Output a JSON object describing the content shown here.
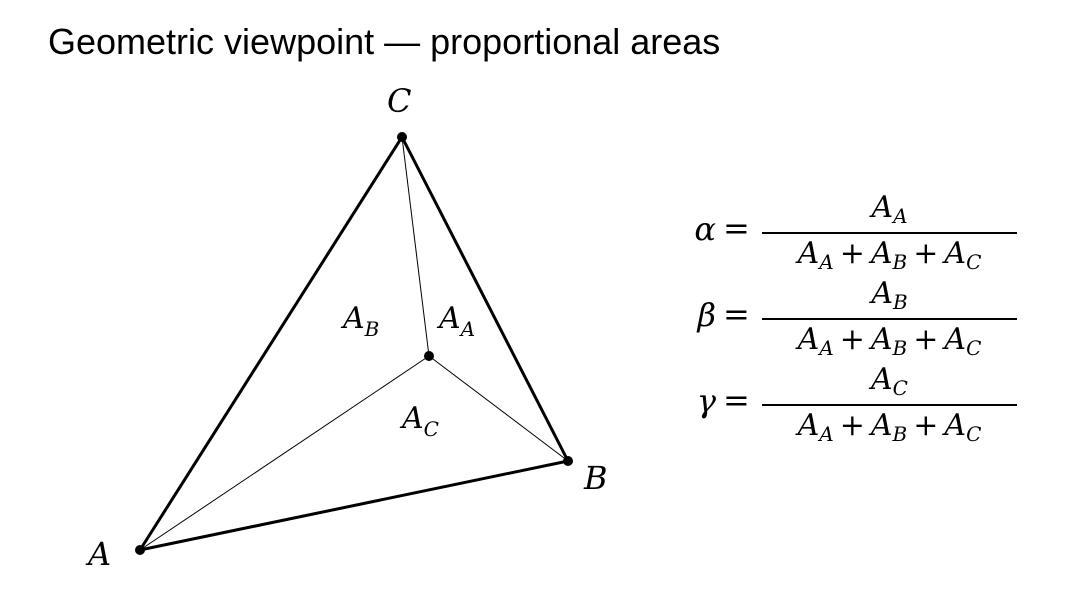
{
  "title": "Geometric viewpoint — proportional areas",
  "vertices": {
    "A": "A",
    "B": "B",
    "C": "C"
  },
  "regions": [
    {
      "letter": "A",
      "subscript": "B"
    },
    {
      "letter": "A",
      "subscript": "A"
    },
    {
      "letter": "A",
      "subscript": "C"
    }
  ],
  "formulas": [
    {
      "symbol": "α",
      "numerator_sub": "A"
    },
    {
      "symbol": "β",
      "numerator_sub": "B"
    },
    {
      "symbol": "γ",
      "numerator_sub": "C"
    }
  ],
  "formula_letter": "A",
  "denominator_subs": [
    "A",
    "B",
    "C"
  ],
  "equals": "=",
  "plus": "+"
}
